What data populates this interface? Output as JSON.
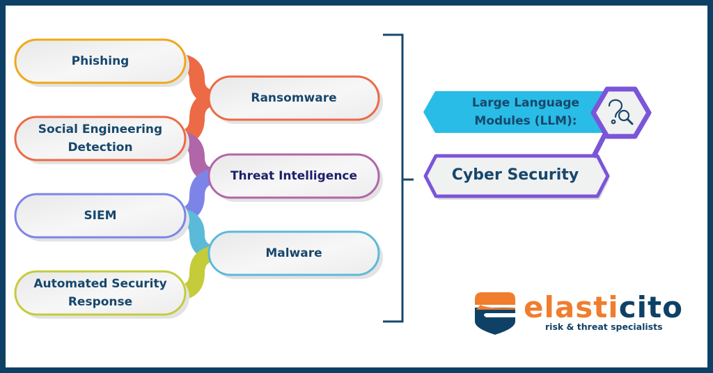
{
  "diagram": {
    "items": [
      {
        "label": "Phishing",
        "color": "#f0a818"
      },
      {
        "label": "Ransomware",
        "color": "#ec6a45"
      },
      {
        "label": "Social Engineering Detection",
        "color": "#ec6a45"
      },
      {
        "label": "Threat Intelligence",
        "color": "#b066a8"
      },
      {
        "label": "SIEM",
        "color": "#7d84e8"
      },
      {
        "label": "Malware",
        "color": "#5bbad8"
      },
      {
        "label": "Automated Security Response",
        "color": "#c4cc3a"
      }
    ],
    "topic": {
      "title": "Large Language Modules (LLM):",
      "subtitle": "Cyber Security",
      "icon": "question-search-icon",
      "accent": "#7b55d8",
      "banner_color": "#29bce6"
    },
    "bracket_color": "#17476c"
  },
  "brand": {
    "name_orange": "elasti",
    "name_blue": "cito",
    "tagline": "risk & threat specialists",
    "orange": "#ef7d2d",
    "blue": "#0f4166"
  }
}
